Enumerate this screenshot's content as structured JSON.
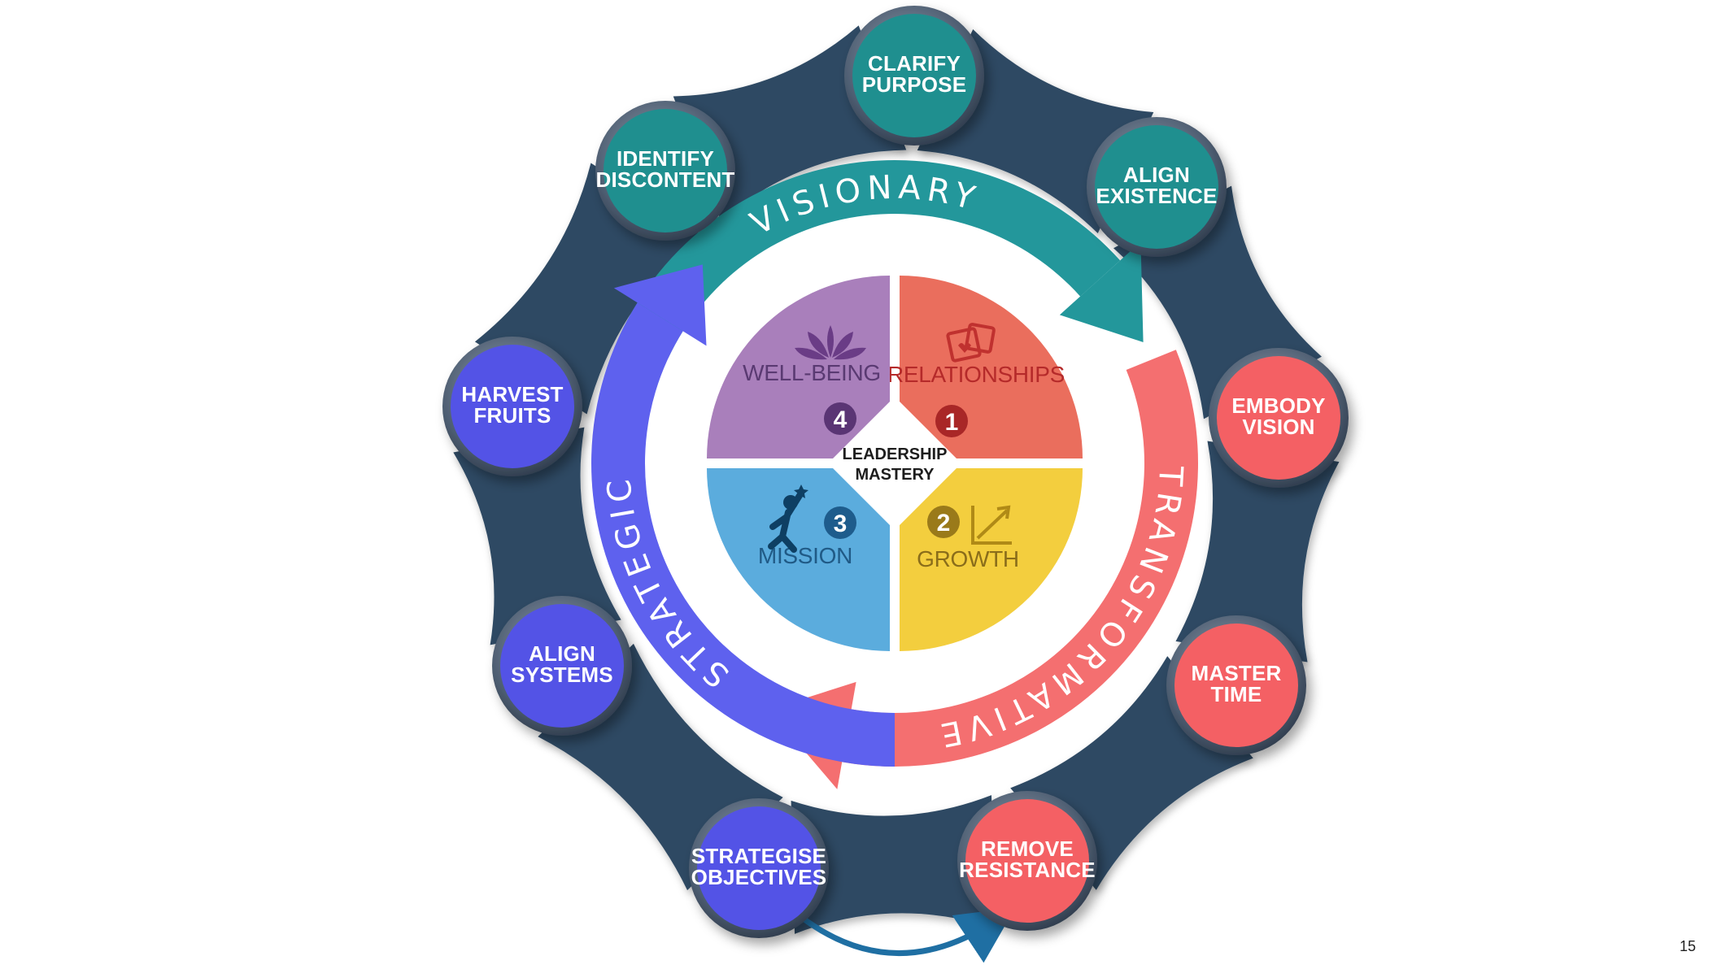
{
  "center": {
    "line1": "LEADERSHIP",
    "line2": "MASTERY"
  },
  "quadrants": [
    {
      "id": "relationships",
      "number": "1",
      "label": "RELATIONSHIPS",
      "icon": "photo-frames-icon",
      "fill": "#EA6E5D",
      "text_color": "#B52A2A",
      "badge": "#A92727"
    },
    {
      "id": "growth",
      "number": "2",
      "label": "GROWTH",
      "icon": "growth-chart-icon",
      "fill": "#F3CE3E",
      "text_color": "#8A6D1A",
      "badge": "#9A7A1A"
    },
    {
      "id": "mission",
      "number": "3",
      "label": "MISSION",
      "icon": "reaching-person-icon",
      "fill": "#5BACDD",
      "text_color": "#205A86",
      "badge": "#1E5C8C"
    },
    {
      "id": "wellbeing",
      "number": "4",
      "label": "WELL-BEING",
      "icon": "lotus-icon",
      "fill": "#A97FBB",
      "text_color": "#5A3A72",
      "badge": "#5A3574"
    }
  ],
  "arcs": [
    {
      "id": "visionary",
      "label": "VISIONARY",
      "color": "#23979B"
    },
    {
      "id": "transformative",
      "label": "TRANSFORMATIVE",
      "color": "#F46F70"
    },
    {
      "id": "strategic",
      "label": "STRATEGIC",
      "color": "#5E61EE"
    }
  ],
  "nodes": [
    {
      "id": "clarify-purpose",
      "lines": [
        "CLARIFY",
        "PURPOSE"
      ],
      "color": "#1F8F8F"
    },
    {
      "id": "align-existence",
      "lines": [
        "ALIGN",
        "EXISTENCE"
      ],
      "color": "#1F8F8F"
    },
    {
      "id": "embody-vision",
      "lines": [
        "EMBODY",
        "VISION"
      ],
      "color": "#F46064"
    },
    {
      "id": "master-time",
      "lines": [
        "MASTER",
        "TIME"
      ],
      "color": "#F46064"
    },
    {
      "id": "remove-resistance",
      "lines": [
        "REMOVE",
        "RESISTANCE"
      ],
      "color": "#F46064"
    },
    {
      "id": "strategise-objectives",
      "lines": [
        "STRATEGISE",
        "OBJECTIVES"
      ],
      "color": "#5353E6"
    },
    {
      "id": "align-systems",
      "lines": [
        "ALIGN",
        "SYSTEMS"
      ],
      "color": "#5353E6"
    },
    {
      "id": "harvest-fruits",
      "lines": [
        "HARVEST",
        "FRUITS"
      ],
      "color": "#5353E6"
    },
    {
      "id": "identify-discontent",
      "lines": [
        "IDENTIFY",
        "DISCONTENT"
      ],
      "color": "#1F8F8F"
    }
  ],
  "connector_color": "#2F4A63",
  "loop_arrow_color": "#1F6FA3",
  "page_number": "15"
}
